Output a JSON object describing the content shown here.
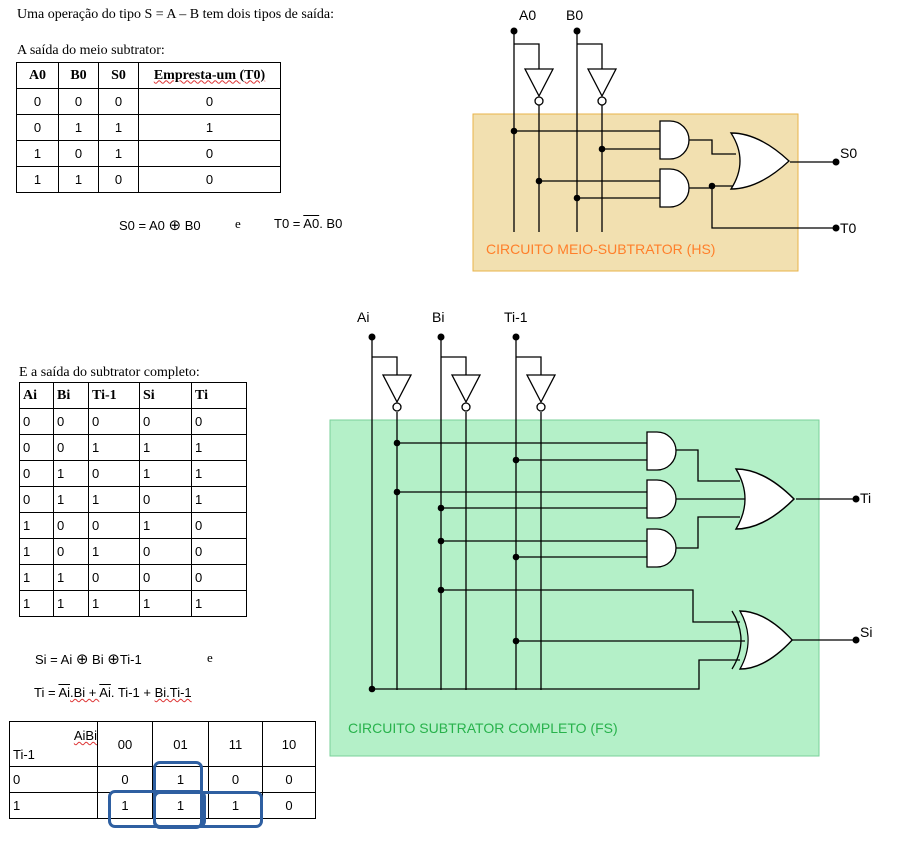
{
  "intro": "Uma operação do tipo S = A – B tem dois tipos de saída:",
  "half": {
    "caption": "A saída do meio subtrator:",
    "headers": [
      "A0",
      "B0",
      "S0",
      "Empresta-um (T0)"
    ],
    "rows": [
      [
        "0",
        "0",
        "0",
        "0"
      ],
      [
        "0",
        "1",
        "1",
        "1"
      ],
      [
        "1",
        "0",
        "1",
        "0"
      ],
      [
        "1",
        "1",
        "0",
        "0"
      ]
    ],
    "eq_s": "S0 = A0",
    "eq_s_b": "B0",
    "eq_conj": "e",
    "eq_t_lhs": "T0 = ",
    "eq_t_a": "A0",
    "eq_t_rest": ". B0"
  },
  "full": {
    "caption": "E a saída do subtrator completo:",
    "headers": [
      "Ai",
      "Bi",
      "Ti-1",
      "Si",
      "Ti"
    ],
    "rows": [
      [
        "0",
        "0",
        "0",
        "0",
        "0"
      ],
      [
        "0",
        "0",
        "1",
        "1",
        "1"
      ],
      [
        "0",
        "1",
        "0",
        "1",
        "1"
      ],
      [
        "0",
        "1",
        "1",
        "0",
        "1"
      ],
      [
        "1",
        "0",
        "0",
        "1",
        "0"
      ],
      [
        "1",
        "0",
        "1",
        "0",
        "0"
      ],
      [
        "1",
        "1",
        "0",
        "0",
        "0"
      ],
      [
        "1",
        "1",
        "1",
        "1",
        "1"
      ]
    ],
    "eq_si_a": "Si = Ai",
    "eq_si_b": "Bi",
    "eq_si_c": "Ti-1",
    "eq_conj": "e",
    "eq_ti_lhs": "Ti = ",
    "eq_ti_a": "Ai",
    "eq_ti_b": ".Bi + ",
    "eq_ti_c": "Ai",
    "eq_ti_d": ". Ti-1 + ",
    "eq_ti_e": "Bi.Ti-1"
  },
  "kmap": {
    "col_var": "AiBi",
    "row_var": "Ti-1",
    "cols": [
      "00",
      "01",
      "11",
      "10"
    ],
    "rows": [
      {
        "label": "0",
        "cells": [
          "0",
          "1",
          "0",
          "0"
        ]
      },
      {
        "label": "1",
        "cells": [
          "1",
          "1",
          "1",
          "0"
        ]
      }
    ],
    "group_color": "#2e5fa1"
  },
  "hs": {
    "inputs": [
      "A0",
      "B0"
    ],
    "outputs": [
      "S0",
      "T0"
    ],
    "label": "CIRCUITO MEIO-SUBTRATOR (HS)",
    "box_fill": "#f2e0b0",
    "box_stroke": "#e8b34a",
    "label_color": "#ff7f2a"
  },
  "fs": {
    "inputs": [
      "Ai",
      "Bi",
      "Ti-1"
    ],
    "outputs": [
      "Ti",
      "Si"
    ],
    "label": "CIRCUITO SUBTRATOR COMPLETO (FS)",
    "box_fill": "#b4f0c8",
    "box_stroke": "#7ad19a",
    "label_color": "#28b24c"
  }
}
